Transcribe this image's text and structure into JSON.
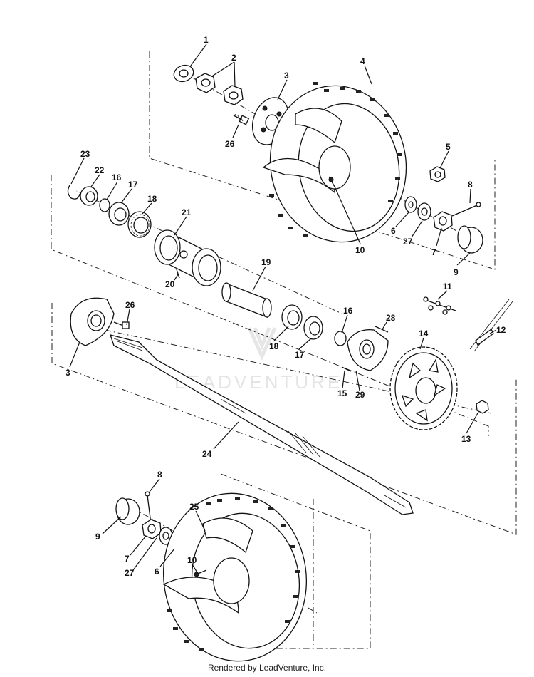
{
  "watermark": "LEADVENTURE",
  "footer": "Rendered by LeadVenture, Inc.",
  "callouts": [
    {
      "id": "c1",
      "text": "1"
    },
    {
      "id": "c2",
      "text": "2"
    },
    {
      "id": "c3a",
      "text": "3"
    },
    {
      "id": "c4",
      "text": "4"
    },
    {
      "id": "c5",
      "text": "5"
    },
    {
      "id": "c6a",
      "text": "6"
    },
    {
      "id": "c27a",
      "text": "27"
    },
    {
      "id": "c7a",
      "text": "7"
    },
    {
      "id": "c8a",
      "text": "8"
    },
    {
      "id": "c9a",
      "text": "9"
    },
    {
      "id": "c10a",
      "text": "10"
    },
    {
      "id": "c26a",
      "text": "26"
    },
    {
      "id": "c23",
      "text": "23"
    },
    {
      "id": "c22",
      "text": "22"
    },
    {
      "id": "c16a",
      "text": "16"
    },
    {
      "id": "c17a",
      "text": "17"
    },
    {
      "id": "c18a",
      "text": "18"
    },
    {
      "id": "c21",
      "text": "21"
    },
    {
      "id": "c19",
      "text": "19"
    },
    {
      "id": "c20",
      "text": "20"
    },
    {
      "id": "c11",
      "text": "11"
    },
    {
      "id": "c12",
      "text": "12"
    },
    {
      "id": "c26b",
      "text": "26"
    },
    {
      "id": "c3b",
      "text": "3"
    },
    {
      "id": "c18b",
      "text": "18"
    },
    {
      "id": "c17b",
      "text": "17"
    },
    {
      "id": "c16b",
      "text": "16"
    },
    {
      "id": "c28",
      "text": "28"
    },
    {
      "id": "c14",
      "text": "14"
    },
    {
      "id": "c15",
      "text": "15"
    },
    {
      "id": "c29",
      "text": "29"
    },
    {
      "id": "c13",
      "text": "13"
    },
    {
      "id": "c24",
      "text": "24"
    },
    {
      "id": "c8b",
      "text": "8"
    },
    {
      "id": "c25",
      "text": "25"
    },
    {
      "id": "c9b",
      "text": "9"
    },
    {
      "id": "c7b",
      "text": "7"
    },
    {
      "id": "c27b",
      "text": "27"
    },
    {
      "id": "c6b",
      "text": "6"
    },
    {
      "id": "c10b",
      "text": "10"
    }
  ]
}
